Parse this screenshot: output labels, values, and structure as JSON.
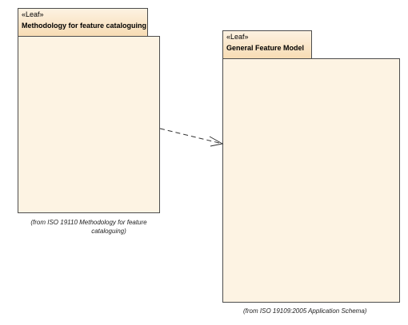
{
  "packages": [
    {
      "stereotype": "«Leaf»",
      "name": "Methodology for feature cataloguing",
      "from_note_line1": "(from ISO 19110 Methodology for feature",
      "from_note_line2": "cataloguing)"
    },
    {
      "stereotype": "«Leaf»",
      "name": "General Feature Model",
      "from_note_line1": "(from ISO 19109:2005 Application Schema)"
    }
  ],
  "relationship": {
    "type": "dependency",
    "style": "dashed",
    "arrowhead": "open",
    "from": "Methodology for feature cataloguing",
    "to": "General Feature Model"
  },
  "colors": {
    "package_fill": "#fdf3e3",
    "package_tab_fill": "#f7dcb4",
    "border": "#4d4d4d",
    "connector": "#333333"
  }
}
